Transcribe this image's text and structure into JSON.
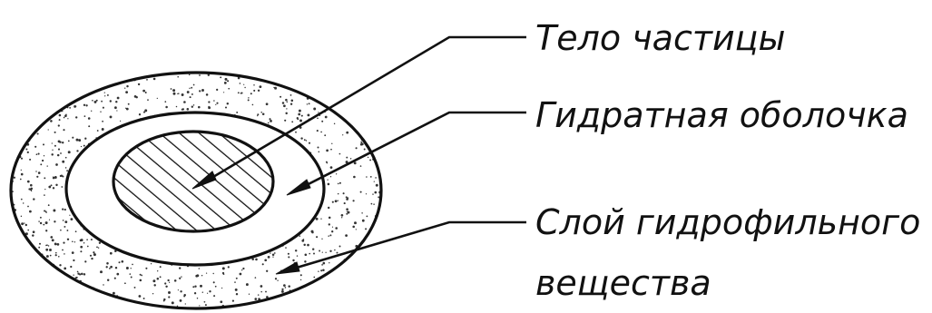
{
  "labels": {
    "particle_body": "Тело частицы",
    "hydrate_shell": "Гидратная оболочка",
    "hydrophilic_layer_line1": "Слой гидрофильного",
    "hydrophilic_layer_line2": "вещества"
  }
}
